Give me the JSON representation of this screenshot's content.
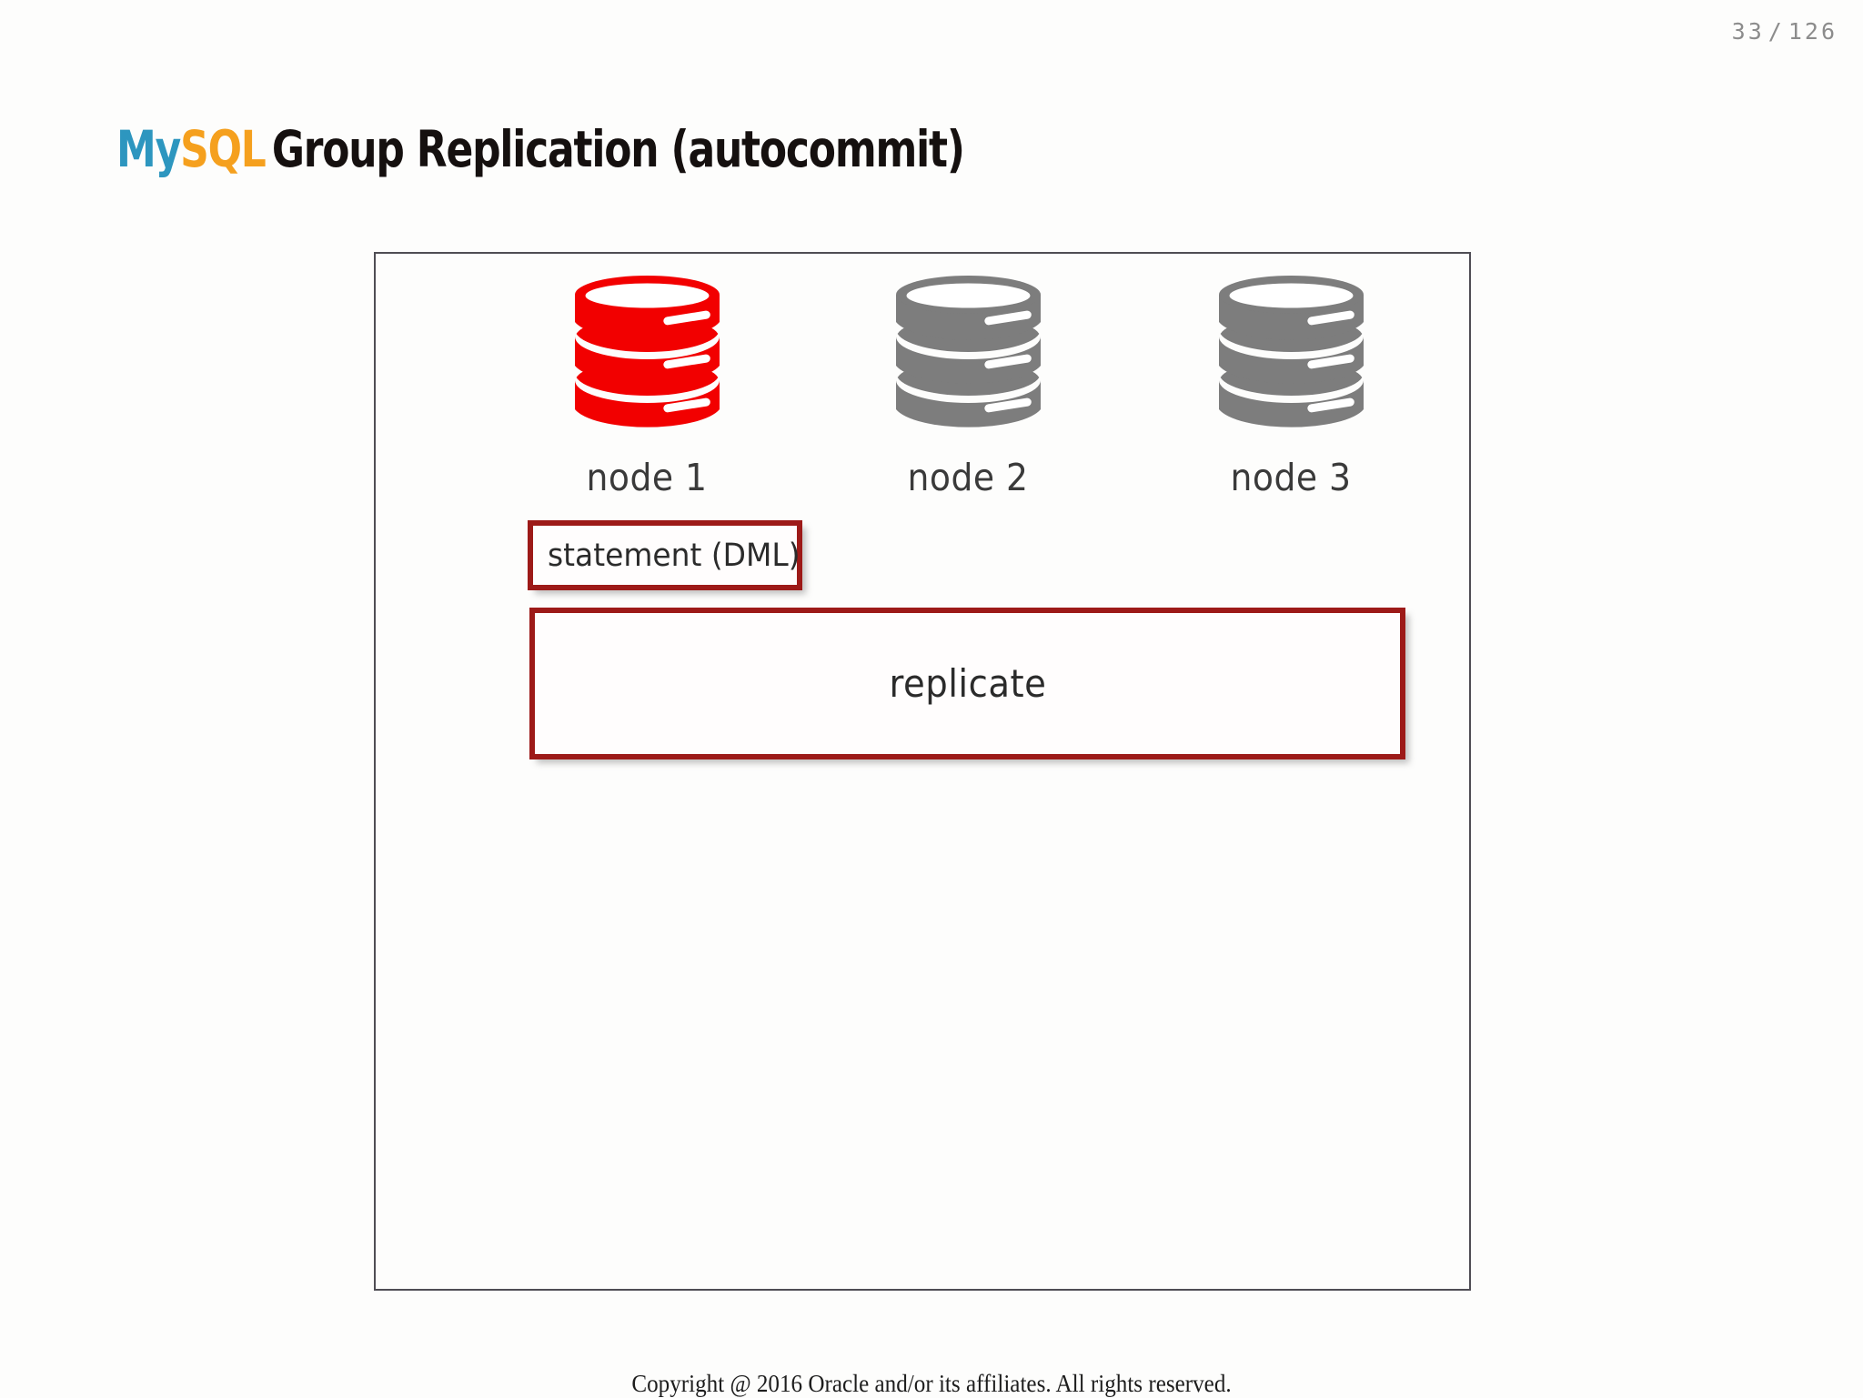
{
  "page_counter": {
    "current": "33",
    "separator": "/",
    "total": "126"
  },
  "title": {
    "brand_my": "My",
    "brand_sql": "SQL",
    "rest": "Group Replication (autocommit)",
    "color_my": "#2d96bf",
    "color_sql": "#f5a01e",
    "color_rest": "#15100f"
  },
  "diagram": {
    "frame_border_color": "#4f4d54",
    "nodes": [
      {
        "label": "node 1",
        "icon": "database-icon",
        "state": "active",
        "color": "#f20000"
      },
      {
        "label": "node 2",
        "icon": "database-icon",
        "state": "idle",
        "color": "#7d7d7d"
      },
      {
        "label": "node 3",
        "icon": "database-icon",
        "state": "idle",
        "color": "#7d7d7d"
      }
    ],
    "boxes": [
      {
        "label": "statement (DML)",
        "border_color": "#9d1a18",
        "fill_color": "#fffdfd"
      },
      {
        "label": "replicate",
        "border_color": "#9d1a18",
        "fill_color": "#fffdfd"
      }
    ]
  },
  "footer": {
    "copyright": "Copyright @ 2016 Oracle and/or its affiliates. All rights reserved."
  }
}
